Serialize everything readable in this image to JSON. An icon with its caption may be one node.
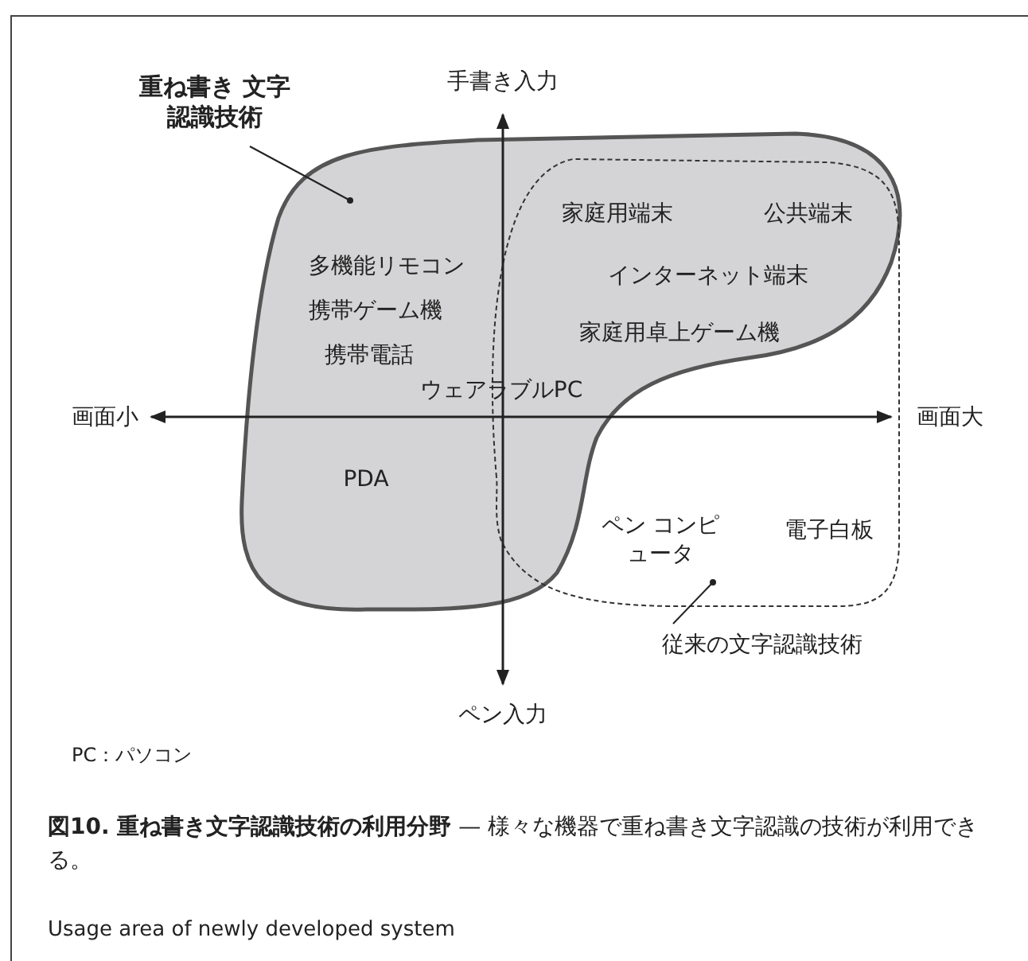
{
  "diagram": {
    "caption": "**図10. 重ね書き文字認識技術の利用分野** — 様々な機器で重ね書き文字認識の技術が利用できる。",
    "nodes": [
      {
        "text": [
          "重ね書き 文字認識技術"
        ]
      },
      {
        "text": [],
        "shape": "blob"
      },
      {
        "text": [
          "従来の文字認識技術"
        ]
      },
      {
        "text": [],
        "shape": "blob"
      }
    ],
    "edges": [
      {
        "from": 0,
        "to": 1,
        "arrow": "other"
      },
      {
        "from": 2,
        "to": 3,
        "arrow": "other"
      }
    ],
    "labels": [
      "手書き入力",
      "家庭用端末",
      "公共端末",
      "多機能リモコン",
      "インターネット端末",
      "携帯ゲーム機",
      "家庭用卓上ゲーム機",
      "携帯電話",
      "ウェアラブルPC",
      "画面小",
      "画面大",
      "PDA",
      "ペン コンピュータ",
      "電子白板",
      "ペン入力",
      "PC：パソコン",
      "Usage area of newly developed system"
    ]
  }
}
